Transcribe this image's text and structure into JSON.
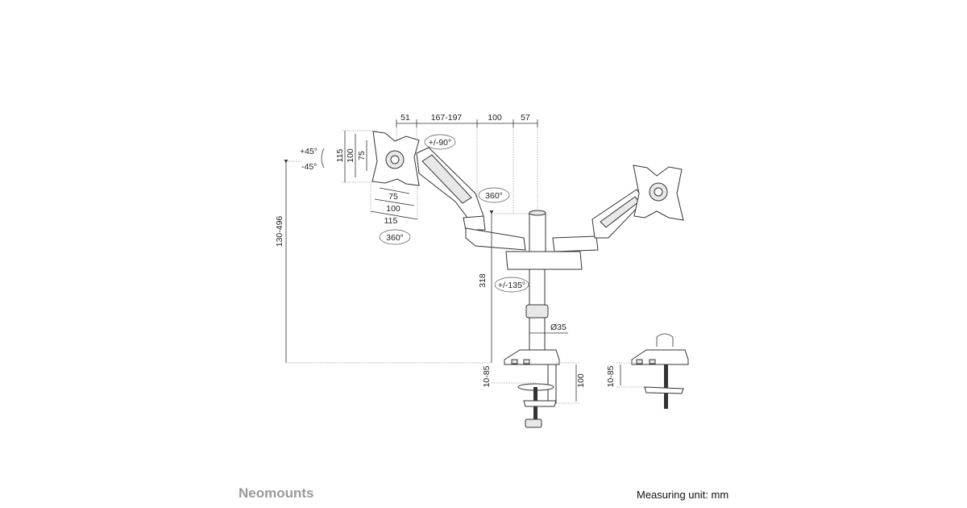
{
  "diagram": {
    "top_dimensions": [
      "51",
      "167-197",
      "100",
      "57"
    ],
    "height_range": "130-496",
    "tilt_up": "+45°",
    "tilt_down": "-45°",
    "vesa_vertical": [
      "115",
      "100",
      "75"
    ],
    "vesa_horizontal": [
      "75",
      "100",
      "115"
    ],
    "rotation_portrait": "360°",
    "swivel_arm": "360°",
    "swivel_head": "+/-90°",
    "swivel_base": "+/-135°",
    "pole_height": "318",
    "pole_diameter": "Ø35",
    "clamp_range": "10-85",
    "clamp_depth": "100",
    "grommet_range": "10-85"
  },
  "footer": {
    "brand": "Neomounts",
    "measuring_unit": "Measuring unit: mm"
  }
}
